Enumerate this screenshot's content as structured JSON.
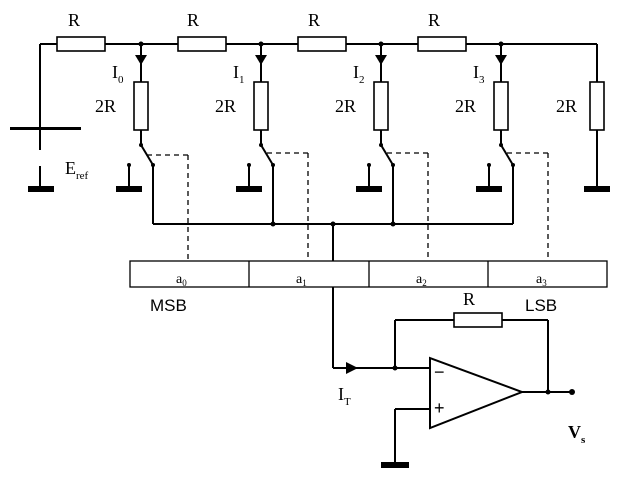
{
  "labels": {
    "series_resistor": "R",
    "shunt_resistor": "2R",
    "feedback_resistor": "R",
    "reference": "E",
    "reference_sub": "ref",
    "msb": "MSB",
    "lsb": "LSB",
    "total_current": "I",
    "total_current_sub": "T",
    "output": "V",
    "output_sub": "s",
    "op_minus": "−",
    "op_plus": "+"
  },
  "currents": [
    {
      "main": "I",
      "sub": "0"
    },
    {
      "main": "I",
      "sub": "1"
    },
    {
      "main": "I",
      "sub": "2"
    },
    {
      "main": "I",
      "sub": "3"
    }
  ],
  "bits": [
    {
      "main": "a",
      "sub": "0"
    },
    {
      "main": "a",
      "sub": "1"
    },
    {
      "main": "a",
      "sub": "2"
    },
    {
      "main": "a",
      "sub": "3"
    }
  ]
}
